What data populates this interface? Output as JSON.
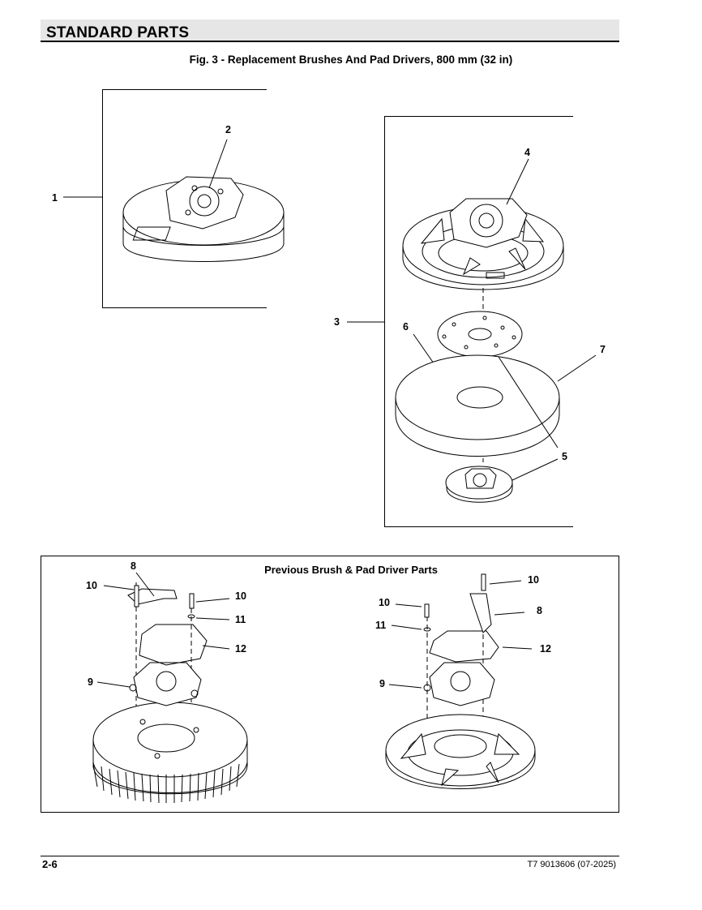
{
  "header": {
    "section_title": "STANDARD PARTS"
  },
  "figure": {
    "caption": "Fig. 3 - Replacement Brushes And Pad Drivers, 800 mm (32 in)"
  },
  "callouts": {
    "c1": "1",
    "c2": "2",
    "c3": "3",
    "c4": "4",
    "c5": "5",
    "c6": "6",
    "c7": "7"
  },
  "previous_parts": {
    "title": "Previous Brush & Pad Driver Parts",
    "left": {
      "c8": "8",
      "c10a": "10",
      "c10b": "10",
      "c11": "11",
      "c12": "12",
      "c9": "9"
    },
    "right": {
      "c10a": "10",
      "c10b": "10",
      "c8": "8",
      "c11": "11",
      "c12": "12",
      "c9": "9"
    }
  },
  "footer": {
    "page_number": "2-6",
    "doc_id": "T7 9013606  (07-2025)"
  }
}
